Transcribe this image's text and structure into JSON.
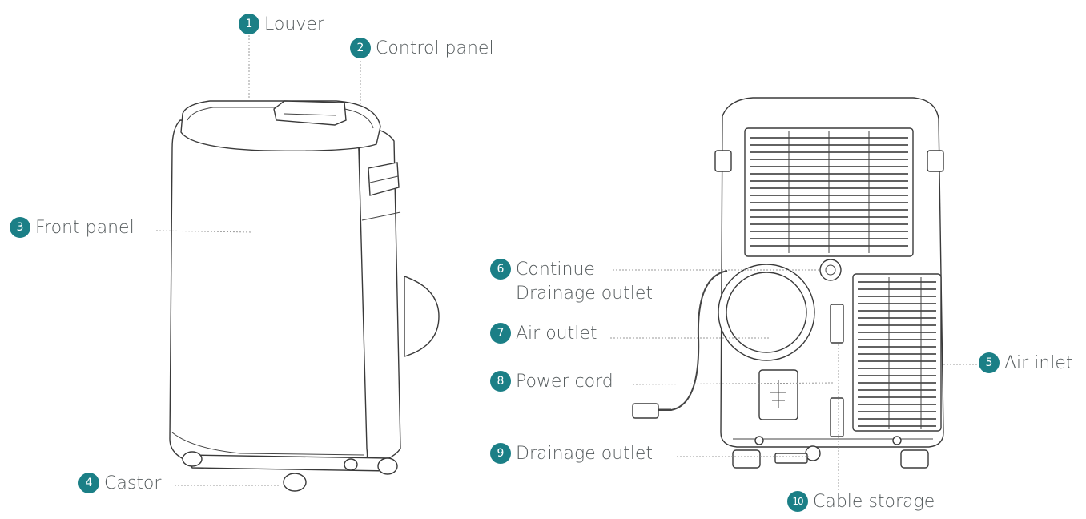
{
  "callouts": [
    {
      "num": "1",
      "label": "Louver"
    },
    {
      "num": "2",
      "label": "Control panel"
    },
    {
      "num": "3",
      "label": "Front panel"
    },
    {
      "num": "4",
      "label": "Castor"
    },
    {
      "num": "5",
      "label": "Air inlet"
    },
    {
      "num": "6",
      "label": "Continue",
      "label2": "Drainage outlet"
    },
    {
      "num": "7",
      "label": "Air outlet"
    },
    {
      "num": "8",
      "label": "Power cord"
    },
    {
      "num": "9",
      "label": "Drainage outlet"
    },
    {
      "num": "10",
      "label": "Cable storage"
    }
  ],
  "colors": {
    "badge": "#1b7f86",
    "text": "#555b5d",
    "outline": "#3a3a3a"
  }
}
